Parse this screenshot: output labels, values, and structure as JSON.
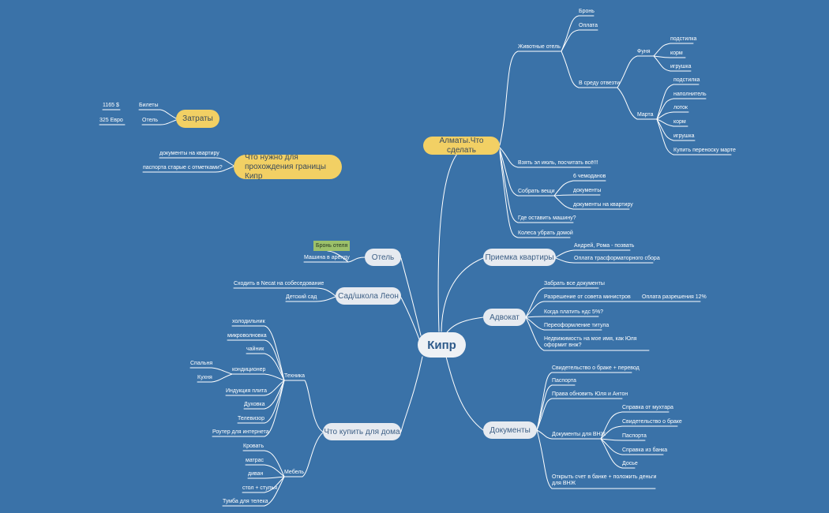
{
  "central": "Кипр",
  "branches": {
    "almaty": {
      "label": "Алматы.Что сделать",
      "pets": {
        "label": "Животные отель",
        "items": [
          "Бронь",
          "Оплата"
        ],
        "in_env": {
          "label": "В среду отвезти",
          "funya": {
            "label": "Фуня",
            "items": [
              "подстилка",
              "корм",
              "игрушка"
            ]
          },
          "marta": {
            "label": "Марта",
            "items": [
              "подстилка",
              "наполнитель",
              "лоток",
              "корм",
              "игрушка",
              "Купить переноску марте"
            ]
          }
        }
      },
      "july": "Взять эл июль, посчитать всё!!!",
      "pack": {
        "label": "Собрать вещи",
        "items": [
          "6 чемоданов",
          "документы",
          "документы на квартиру"
        ]
      },
      "car": "Где оставить машину?",
      "wheels": "Колеса убрать домой"
    },
    "costs": {
      "label": "Затраты",
      "items": [
        {
          "label": "Билеты",
          "value": "1165 $"
        },
        {
          "label": "Отель",
          "value": "325 Евро"
        }
      ]
    },
    "border": {
      "label": "Что нужно для прохождения границы Кипр",
      "items": [
        "документы на квартиру",
        "паспорта старые с отметками?"
      ]
    },
    "hotel": {
      "label": "Отель",
      "tag": "Бронь отеля",
      "items": [
        "Машина в аренду"
      ]
    },
    "school": {
      "label": "Сад/школа Леон",
      "items": [
        "Сходить в Necat на собеседование",
        "Детский сад"
      ]
    },
    "buy": {
      "label": "Что купить для дома",
      "tech": {
        "label": "Техника",
        "items": [
          "холодильник",
          "микроволновка",
          "чайник",
          "кондиционер",
          "Индукция плита",
          "Духовка",
          "Телевизор",
          "Роутер для интернета"
        ],
        "ac_items": [
          "Спальня",
          "Кухня"
        ]
      },
      "furniture": {
        "label": "Мебель",
        "items": [
          "Кровать",
          "матрас",
          "диван",
          "стол + стулья",
          "Тумба для телека"
        ]
      }
    },
    "apartment": {
      "label": "Приемка квартиры",
      "items": [
        "Андрей, Рома - позвать",
        "Оплата трасформаторного сбора"
      ]
    },
    "lawyer": {
      "label": "Адвокат",
      "items": [
        "Забрать все документы",
        "Разрешение от совета министров",
        "Когда платить ндс 5%?",
        "Переоформление титула",
        "Недвижимость на мое имя, как Юля оформит внж?"
      ],
      "permit_sub": "Оплата разрешения 12%"
    },
    "documents": {
      "label": "Документы",
      "items": [
        "Свидетельство о браке + перевод",
        "Паспорта",
        "Права обновить Юля и Антон"
      ],
      "vnzh": {
        "label": "Документы для ВНЖ",
        "items": [
          "Справка от мухтара",
          "Свидетельство о браке",
          "Паспорта",
          "Справка из банка",
          "Досье"
        ]
      },
      "bank": "Открыть счет в банке + положить деньги для ВНЖ"
    }
  }
}
